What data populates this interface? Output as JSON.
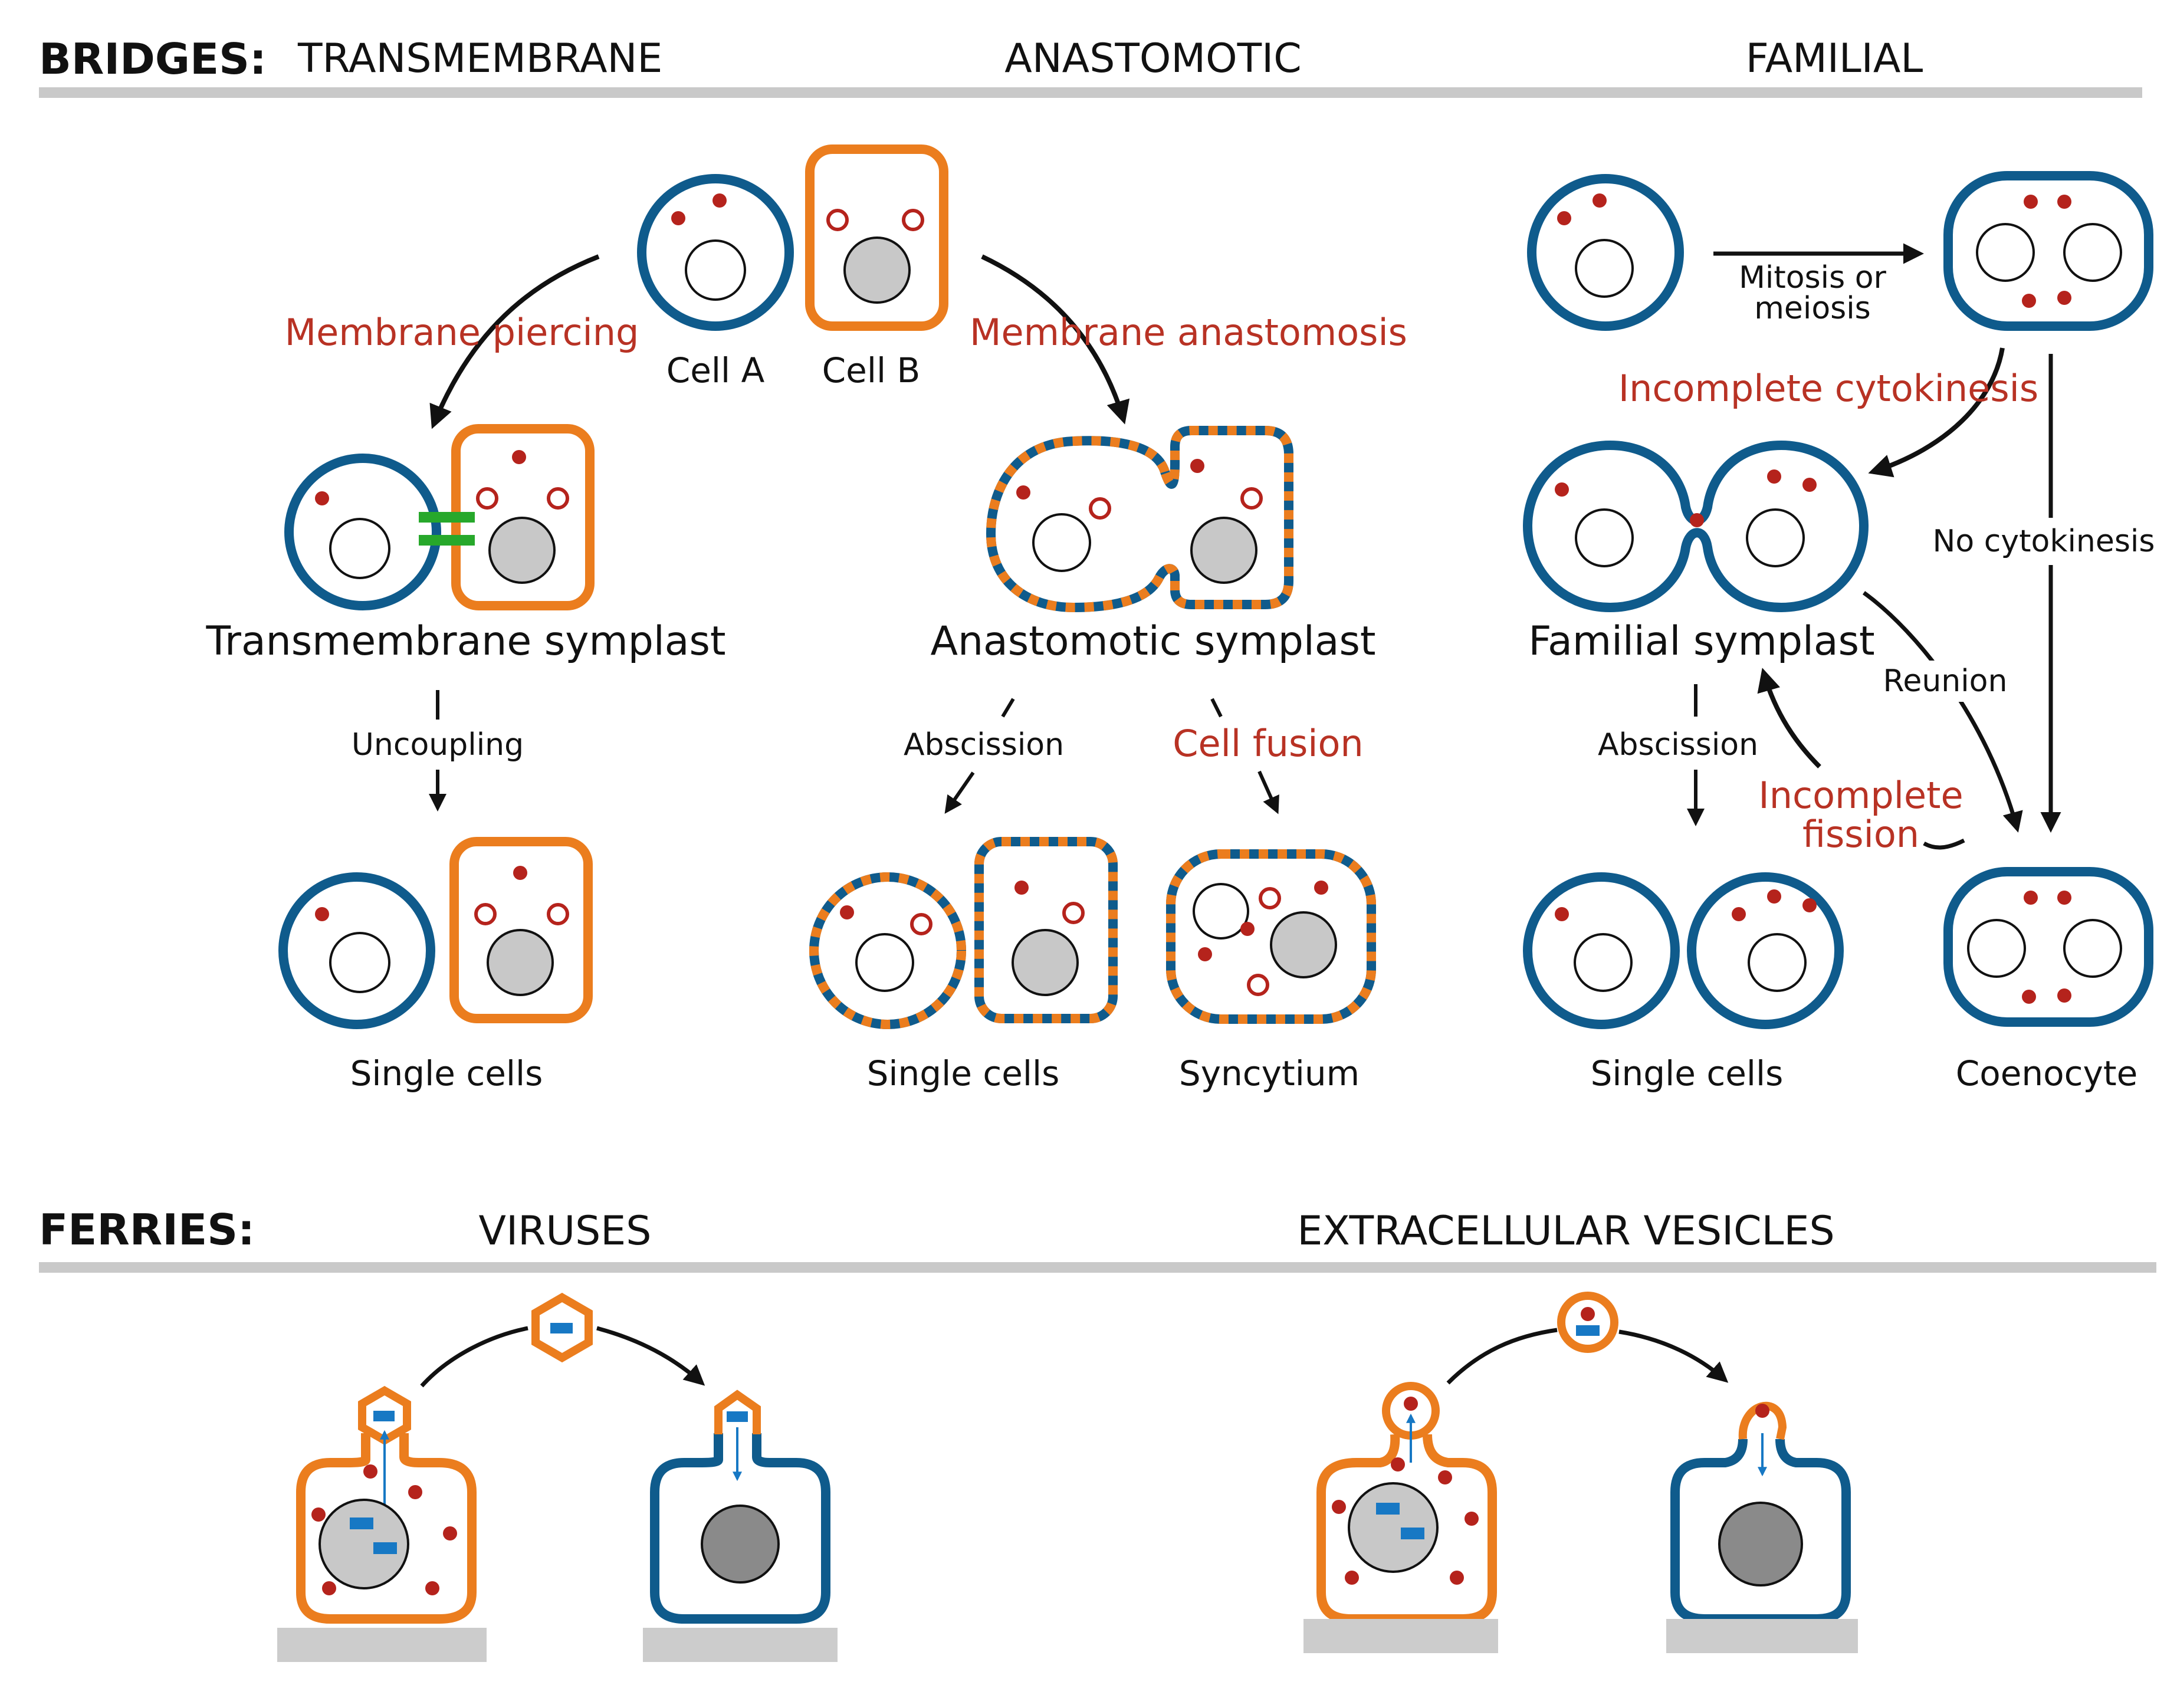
{
  "colors": {
    "blue": "#0f5b8c",
    "orange": "#eb7d1e",
    "red_dot": "#b5231c",
    "label_red": "#b83224",
    "green": "#27a82b",
    "cargo_blue": "#1778c4",
    "nucleus_gray": "#c8c8c8",
    "nucleus_dark": "#8a8a8a",
    "rule_gray": "#c9c9c9"
  },
  "headers": {
    "bridges": "BRIDGES:",
    "transmembrane": "TRANSMEMBRANE",
    "anastomotic": "ANASTOMOTIC",
    "familial": "FAMILIAL",
    "ferries": "FERRIES:",
    "viruses": "VIRUSES",
    "extracellular_vesicles": "EXTRACELLULAR VESICLES"
  },
  "labels": {
    "cell_a": "Cell A",
    "cell_b": "Cell B",
    "membrane_piercing": "Membrane piercing",
    "membrane_anastomosis": "Membrane anastomosis",
    "transmembrane_symplast": "Transmembrane symplast",
    "anastomotic_symplast": "Anastomotic symplast",
    "uncoupling": "Uncoupling",
    "abscission_a": "Abscission",
    "cell_fusion": "Cell fusion",
    "single_cells_t": "Single cells",
    "single_cells_a": "Single cells",
    "syncytium": "Syncytium",
    "mitosis_line1": "Mitosis or",
    "mitosis_line2": "meiosis",
    "incomplete_cytokinesis": "Incomplete cytokinesis",
    "no_cytokinesis": "No cytokinesis",
    "familial_symplast": "Familial symplast",
    "reunion": "Reunion",
    "abscission_f": "Abscission",
    "incomplete_fission_line1": "Incomplete",
    "incomplete_fission_line2": "fission",
    "single_cells_f": "Single cells",
    "coenocyte": "Coenocyte"
  }
}
